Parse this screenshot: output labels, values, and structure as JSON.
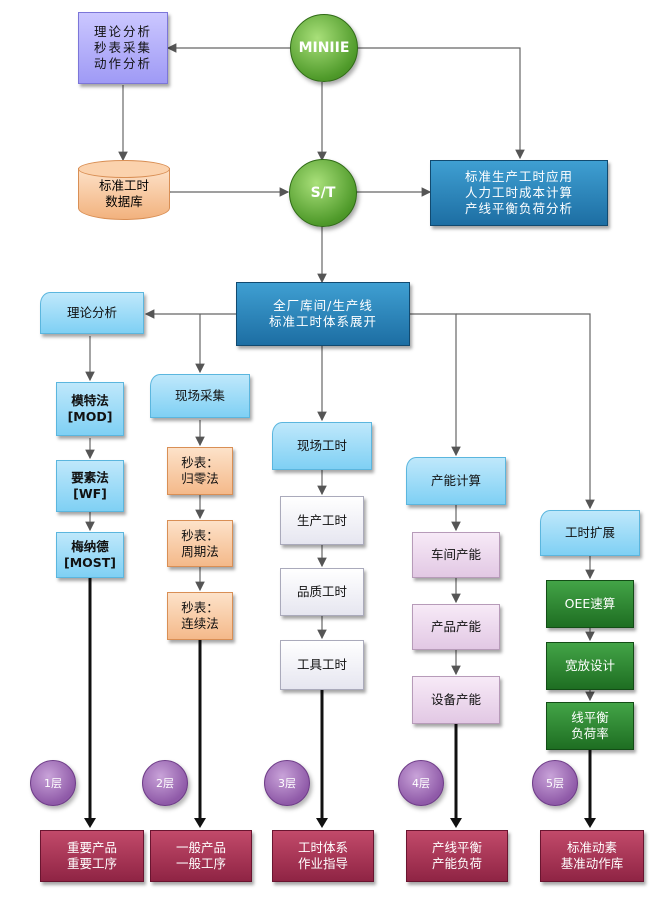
{
  "center": {
    "miniie": "MINIIE",
    "st": "S/T"
  },
  "top": {
    "theory_box": "理论分析\n秒表采集\n动作分析",
    "database": "标准工时\n数据库",
    "application": "标准生产工时应用\n人力工时成本计算\n产线平衡负荷分析"
  },
  "main_box": "全厂库间/生产线\n标准工时体系展开",
  "columns": [
    {
      "header": "理论分析",
      "items": [
        "模特法\n[MOD]",
        "要素法\n[WF]",
        "梅纳德\n[MOST]"
      ],
      "layer": "1层",
      "result": "重要产品\n重要工序"
    },
    {
      "header": "现场采集",
      "items": [
        "秒表：\n归零法",
        "秒表：\n周期法",
        "秒表：\n连续法"
      ],
      "layer": "2层",
      "result": "一般产品\n一般工序"
    },
    {
      "header": "现场工时",
      "items": [
        "生产工时",
        "品质工时",
        "工具工时"
      ],
      "layer": "3层",
      "result": "工时体系\n作业指导"
    },
    {
      "header": "产能计算",
      "items": [
        "车间产能",
        "产品产能",
        "设备产能"
      ],
      "layer": "4层",
      "result": "产线平衡\n产能负荷"
    },
    {
      "header": "工时扩展",
      "items": [
        "OEE速算",
        "宽放设计",
        "线平衡\n负荷率"
      ],
      "layer": "5层",
      "result": "标准动素\n基准动作库"
    }
  ]
}
